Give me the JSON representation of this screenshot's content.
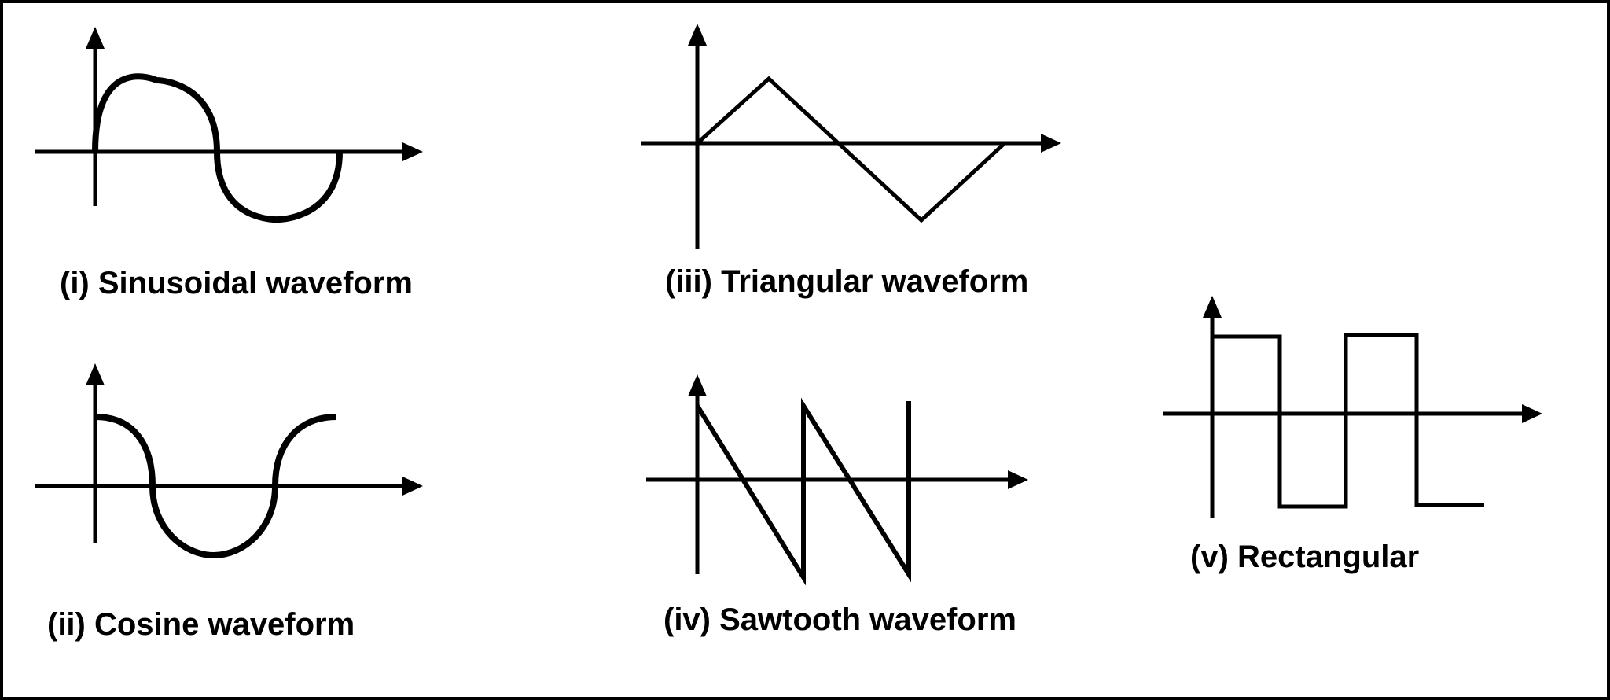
{
  "colors": {
    "background": "#ffffff",
    "ink": "#000000"
  },
  "captions": {
    "sine": "(i) Sinusoidal waveform",
    "cosine": "(ii) Cosine waveform",
    "triangular": "(iii) Triangular waveform",
    "sawtooth": "(iv) Sawtooth waveform",
    "rectangular": "(v) Rectangular"
  }
}
